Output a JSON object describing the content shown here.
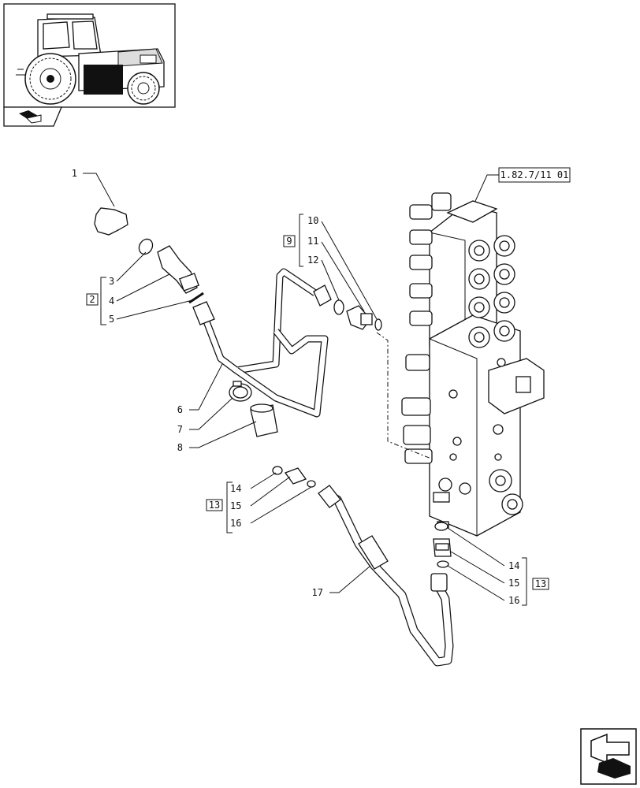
{
  "reference_box": "1.82.7/11 01",
  "group_2": {
    "box": "2",
    "items": [
      "3",
      "4",
      "5"
    ]
  },
  "group_9": {
    "box": "9",
    "items": [
      "10",
      "11",
      "12"
    ]
  },
  "group_13_left": {
    "box": "13",
    "items": [
      "14",
      "15",
      "16"
    ]
  },
  "group_13_right": {
    "box": "13",
    "items": [
      "14",
      "15",
      "16"
    ]
  },
  "part_labels": {
    "p1": "1",
    "p6": "6",
    "p7": "7",
    "p8": "8",
    "p17": "17"
  },
  "icons": {
    "thumbnail": "tractor-thumbnail-icon",
    "nav_small": "prev-page-icon",
    "nav_large": "next-page-arrow-icon"
  }
}
